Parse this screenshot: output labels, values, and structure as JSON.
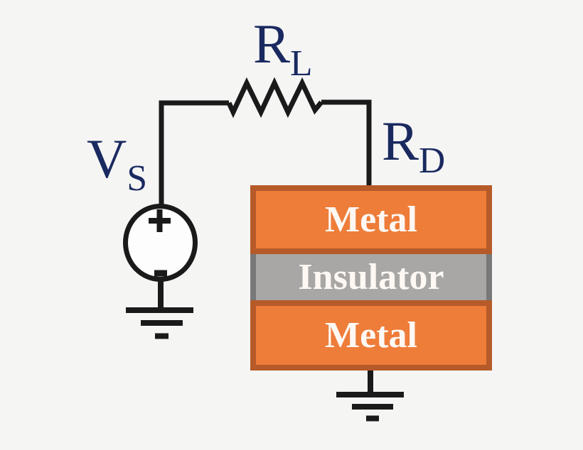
{
  "diagram": {
    "type": "circuit",
    "labels": {
      "voltage_source": {
        "main": "V",
        "sub": "S"
      },
      "load_resistor": {
        "main": "R",
        "sub": "L"
      },
      "device_resistor": {
        "main": "R",
        "sub": "D"
      }
    },
    "voltage_source": {
      "polarity_top": "+",
      "polarity_bottom": "-"
    },
    "stack": {
      "layers": [
        {
          "label": "Metal"
        },
        {
          "label": "Insulator"
        },
        {
          "label": "Metal"
        }
      ]
    }
  },
  "colors": {
    "background": "#f5f5f4",
    "wire": "#1a1a1a",
    "label_navy": "#1a2a60",
    "metal_fill": "#ee7d3a",
    "metal_border": "#b55a28",
    "insulator_fill": "#a8a7a5",
    "insulator_border": "#787878",
    "layer_text": "#fdf8f3",
    "source_fill": "#fdfdfd"
  }
}
